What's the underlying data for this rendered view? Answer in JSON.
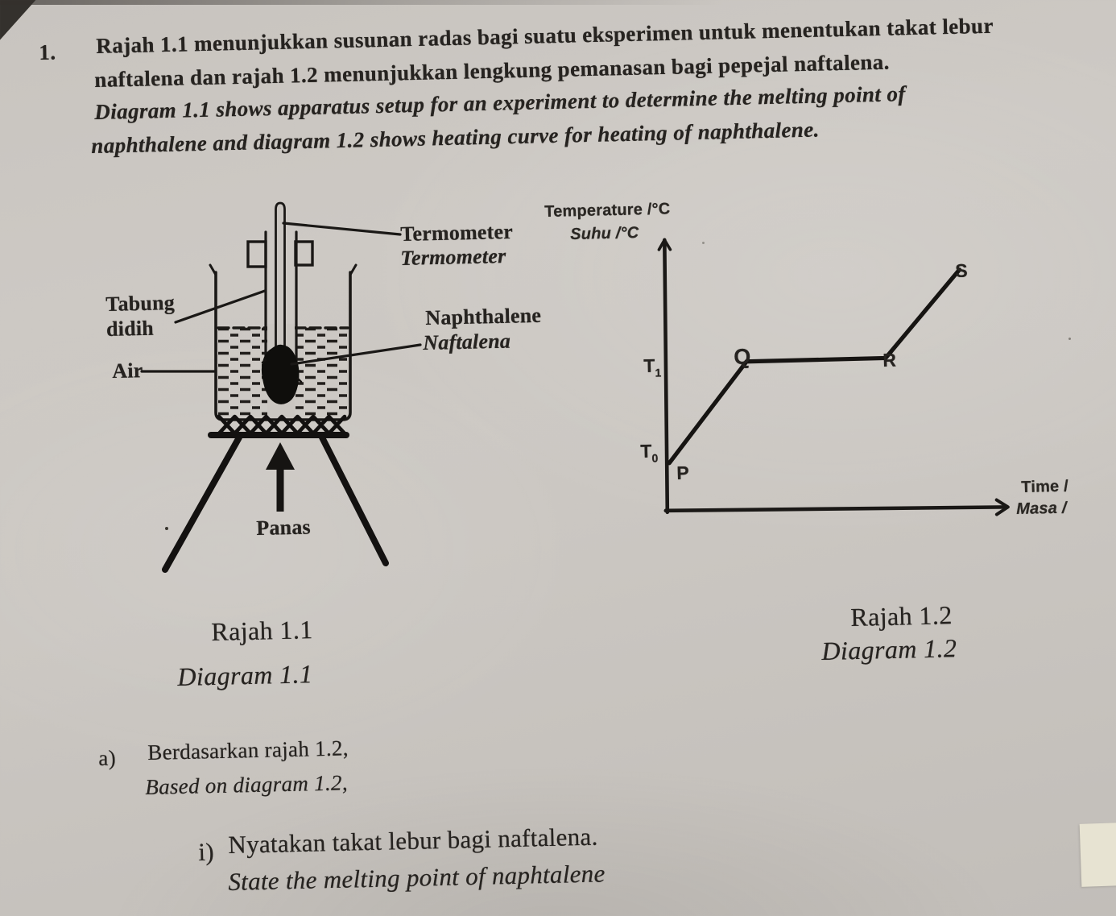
{
  "intro": {
    "number": "1.",
    "malay": [
      "Rajah 1.1 menunjukkan susunan radas bagi suatu eksperimen untuk menentukan takat lebur",
      "naftalena dan rajah 1.2 menunjukkan lengkung pemanasan bagi pepejal naftalena."
    ],
    "english": [
      "Diagram 1.1 shows apparatus setup for an experiment to determine the melting point of",
      "naphthalene and diagram 1.2 shows heating curve for heating of naphthalene."
    ]
  },
  "apparatus": {
    "caption_malay": "Rajah 1.1",
    "caption_english": "Diagram 1.1",
    "labels": {
      "thermometer_malay": "Termometer",
      "thermometer_english": "Termometer",
      "boiling_tube_malay": "Tabung didih",
      "water_malay": "Air",
      "naphthalene_english": "Naphthalene",
      "naphthalene_malay": "Naftalena",
      "heat_malay": "Panas"
    }
  },
  "graph": {
    "caption_malay": "Rajah 1.2",
    "caption_english": "Diagram 1.2",
    "y_axis_label_english": "Temperature /°C",
    "y_axis_label_malay": "Suhu /°C",
    "x_axis_label_english": "Time /",
    "x_axis_label_malay": "Masa /",
    "tick_t1": {
      "base": "T",
      "sub": "1"
    },
    "tick_t0": {
      "base": "T",
      "sub": "0"
    },
    "point_p": "P",
    "point_q": "Q",
    "point_r": "R",
    "point_s": "S"
  },
  "chart_data": {
    "type": "line",
    "title": "Heating curve of naphthalene (Rajah 1.2 / Diagram 1.2)",
    "xlabel": "Time / (Masa /)",
    "ylabel": "Temperature /°C (Suhu /°C)",
    "y_ticks": [
      "T0",
      "T1"
    ],
    "grid": false,
    "legend": false,
    "points": [
      {
        "label": "P",
        "x": 0,
        "y": 0
      },
      {
        "label": "Q",
        "x": 1.58,
        "y": 1.0
      },
      {
        "label": "R",
        "x": 4.39,
        "y": 1.02
      },
      {
        "label": "S",
        "x": 5.9,
        "y": 1.89
      }
    ],
    "segments": [
      {
        "from": "P",
        "to": "Q",
        "shape": "rising"
      },
      {
        "from": "Q",
        "to": "R",
        "shape": "flat at T1"
      },
      {
        "from": "R",
        "to": "S",
        "shape": "rising"
      }
    ]
  },
  "questions": {
    "a_label": "a)",
    "a_malay": "Berdasarkan rajah 1.2,",
    "a_english": "Based on diagram 1.2,",
    "i_label": "i)",
    "i_malay": "Nyatakan takat lebur bagi naftalena.",
    "i_english": "State the melting point of naphtalene"
  }
}
